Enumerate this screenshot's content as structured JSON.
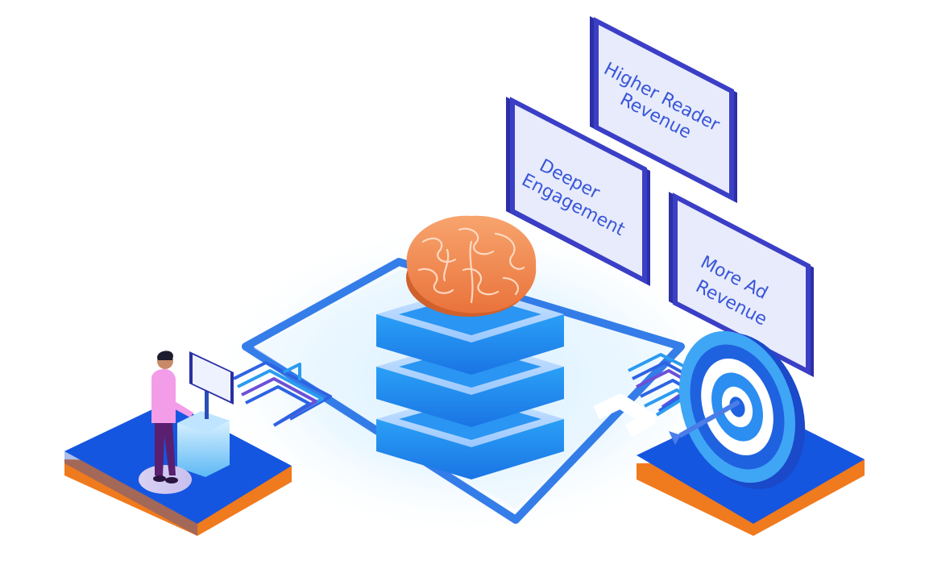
{
  "panels": {
    "higher_reader_revenue": {
      "line1": "Higher Reader",
      "line2": "Revenue"
    },
    "deeper_engagement": {
      "line1": "Deeper",
      "line2": "Engagement"
    },
    "more_ad_revenue": {
      "line1": "More Ad",
      "line2": "Revenue"
    }
  },
  "colors": {
    "platform_blue": "#1556e0",
    "platform_orange": "#f07a1e",
    "panel_border": "#3b3fc6",
    "panel_fill": "#e7ebfb",
    "server_blue": "#1f8ef0",
    "brain_orange": "#f3864a",
    "person_shirt": "#f39ce8",
    "person_pants": "#5a1f6e"
  },
  "icons": {
    "center": "brain-icon",
    "server": "server-stack-icon",
    "target": "target-icon",
    "user": "person-at-terminal-icon"
  }
}
